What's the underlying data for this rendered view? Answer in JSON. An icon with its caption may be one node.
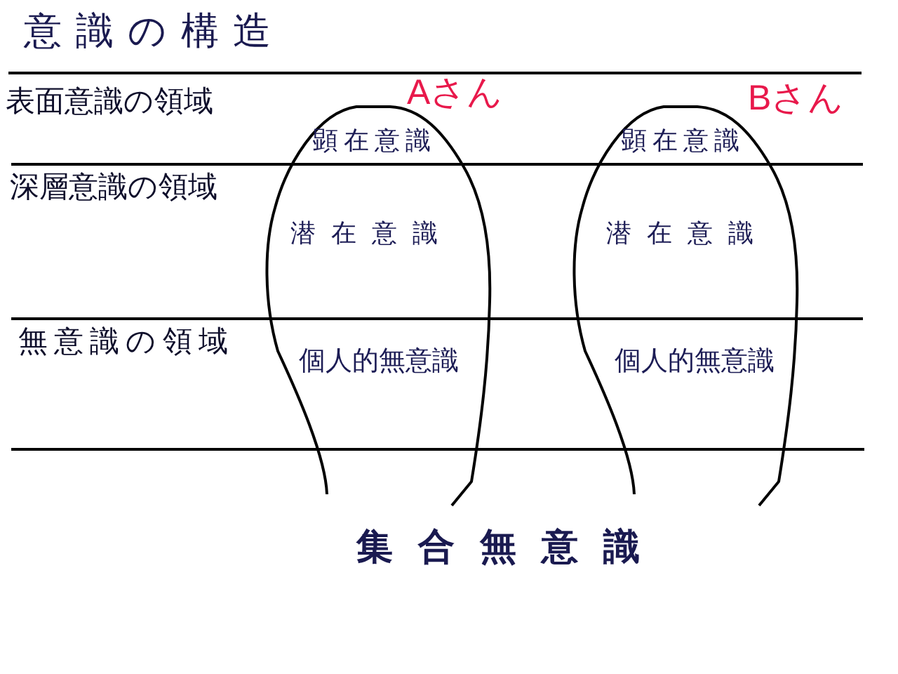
{
  "diagram": {
    "title": "意識の構造",
    "nodes": [
      {
        "text": [
          "Aさん",
          "顕在意識",
          "潜在意識",
          "個人的無意識"
        ]
      },
      {
        "text": [
          "Bさん",
          "顕在意識",
          "潜在意識",
          "個人的無意識"
        ]
      }
    ],
    "labels": [
      "表面意識の領域",
      "深層意識の領域",
      "無意識の領域",
      "集合無意識"
    ]
  }
}
